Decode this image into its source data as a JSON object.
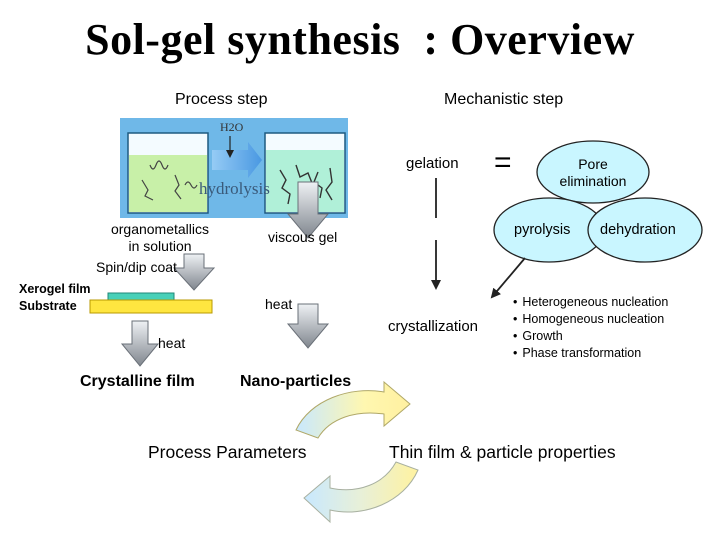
{
  "title": "Sol-gel synthesis  : Overview",
  "headers": {
    "process_step": "Process step",
    "mechanistic_step": "Mechanistic step"
  },
  "photo": {
    "water_label": "H2O",
    "hydrolysis_label": "hydrolysis"
  },
  "process": {
    "organometallics": [
      "organometallics",
      "in solution"
    ],
    "viscous_gel": "viscous gel",
    "spin_dip_coat": "Spin/dip coat",
    "xerogel": [
      "Xerogel film",
      "Substrate"
    ],
    "heat_left": "heat",
    "heat_right": "heat",
    "crystalline_film": "Crystalline film",
    "nano_particles": "Nano-particles"
  },
  "mechanism": {
    "gelation": "gelation",
    "equals": "=",
    "pore_elimination": [
      "Pore",
      "elimination"
    ],
    "pyrolysis": "pyrolysis",
    "dehydration": "dehydration",
    "crystallization": "crystallization",
    "bullets": [
      "Heterogeneous nucleation",
      "Homogeneous nucleation",
      "Growth",
      "Phase transformation"
    ]
  },
  "bottom": {
    "process_parameters": "Process Parameters",
    "properties": "Thin film & particle properties"
  },
  "colors": {
    "photo_bg": "#6fb8e8",
    "beaker_liquid": "#c8f0a8",
    "ellipse_fill": "#c9f6ff",
    "film": "#48d0b8",
    "substrate": "#ffe640",
    "arrow_grad_top": "#e8ecf0",
    "arrow_grad_bottom": "#8a9098",
    "cycle_top": "#fff2a0",
    "cycle_bottom": "#c8e8ff"
  }
}
